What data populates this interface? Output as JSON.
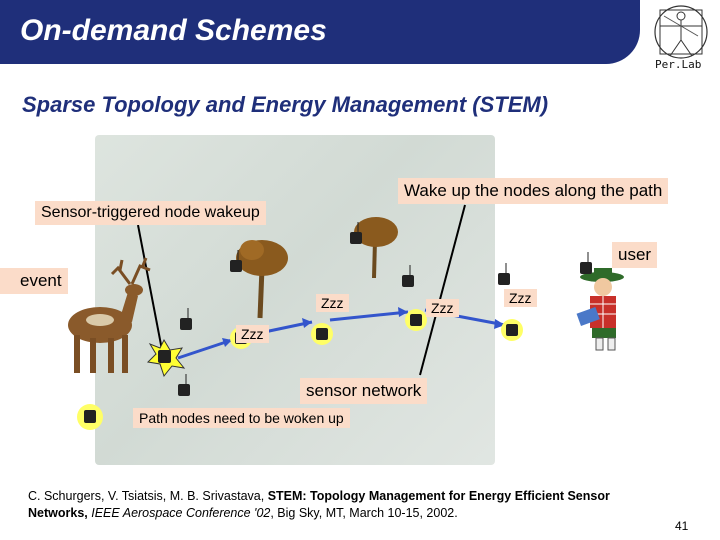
{
  "header": {
    "title": "On-demand Schemes"
  },
  "logo": {
    "text": "Per.Lab"
  },
  "subtitle": "Sparse Topology and Energy Management (STEM)",
  "labels": {
    "wake_path": "Wake up the nodes along the path",
    "sensor_triggered": "Sensor-triggered node wakeup",
    "user": "user",
    "event": "event",
    "zzz": "Zzz",
    "sensor_network": "sensor network",
    "path_nodes": "Path nodes need to be woken up"
  },
  "citation": {
    "authors": "C. Schurgers, V. Tsiatsis, M. B. Srivastava,",
    "title": "STEM: Topology Management for Energy Efficient Sensor Networks,",
    "venue": "IEEE Aerospace Conference '02",
    "details": ", Big Sky, MT, March 10-15, 2002."
  },
  "page_number": "41",
  "colors": {
    "header": "#1f2f7a",
    "label_box": "#fbdcc9",
    "arrow": "#3355cc",
    "highlight": "#ffff33"
  }
}
